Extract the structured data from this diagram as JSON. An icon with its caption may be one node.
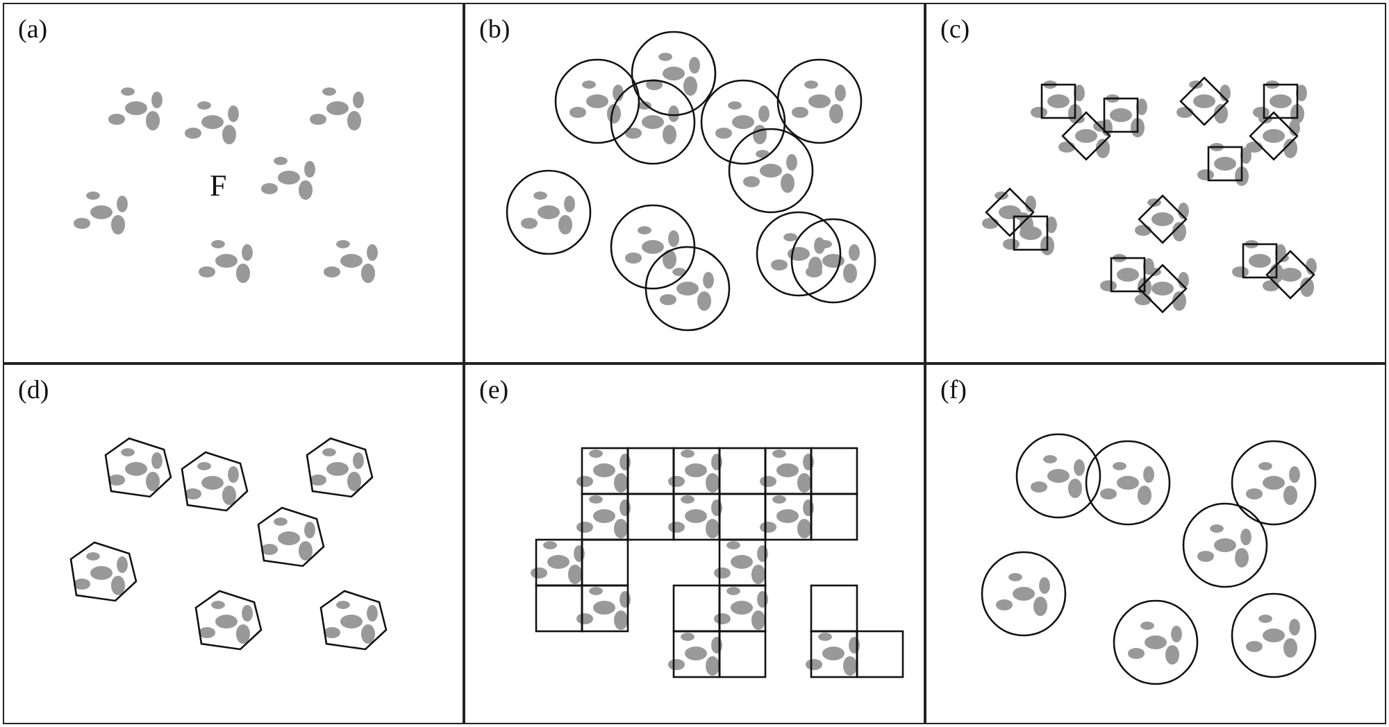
{
  "diagram": {
    "nodes": [
      {
        "text": [
          "(a)",
          "F"
        ]
      },
      {
        "text": [
          "(b)"
        ]
      },
      {
        "text": [
          "(c)"
        ]
      },
      {
        "text": [
          "(d)"
        ]
      },
      {
        "text": [
          "(e)"
        ]
      },
      {
        "text": [
          "(f)"
        ]
      }
    ]
  }
}
